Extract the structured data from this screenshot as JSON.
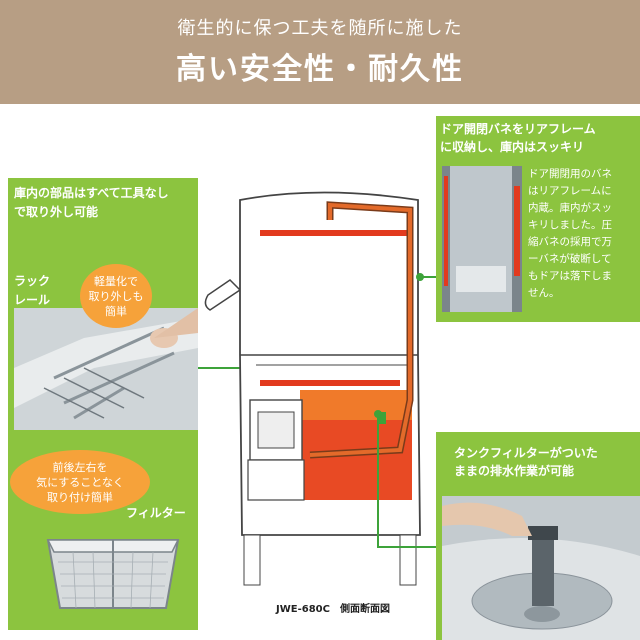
{
  "banner": {
    "subtitle": "衛生的に保つ工夫を随所に施した",
    "title": "高い安全性・耐久性"
  },
  "left_panel": {
    "title_line1": "庫内の部品はすべて工具なし",
    "title_line2": "で取り外し可能",
    "rack_label_line1": "ラック",
    "rack_label_line2": "レール",
    "bubble1_line1": "軽量化で",
    "bubble1_line2": "取り外しも",
    "bubble1_line3": "簡単",
    "bubble2_line1": "前後左右を",
    "bubble2_line2": "気にすることなく",
    "bubble2_line3": "取り付け簡単",
    "filter_label": "フィルター"
  },
  "right_top_panel": {
    "title_line1": "ドア開閉バネをリアフレーム",
    "title_line2": "に収納し、庫内はスッキリ",
    "body": [
      "ドア開閉用のバネ",
      "はリアフレームに",
      "内蔵。庫内がスッ",
      "キリしました。圧",
      "縮バネの採用で万",
      "ーバネが破断して",
      "もドアは落下しま",
      "せん。"
    ]
  },
  "right_bottom_panel": {
    "title_line1": "タンクフィルターがついた",
    "title_line2": "ままの排水作業が可能"
  },
  "diagram": {
    "caption": "JWE-680C　側面断面図"
  },
  "colors": {
    "banner": "#b79e84",
    "panel_green": "#8cc43f",
    "connector_green": "#3da33a",
    "bubble_orange": "#f6a23a"
  }
}
